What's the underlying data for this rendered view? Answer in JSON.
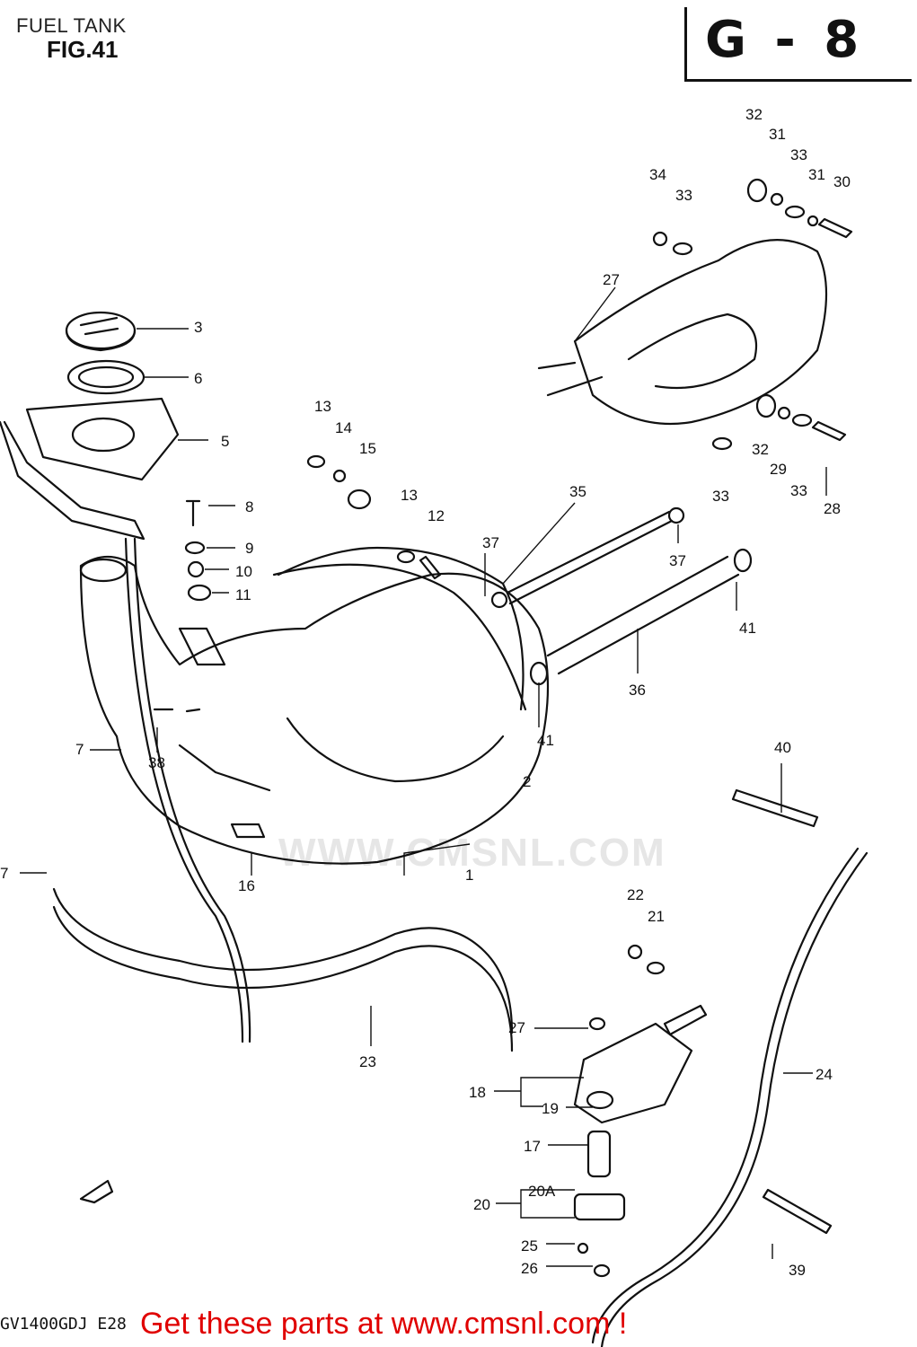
{
  "header": {
    "title": "FUEL TANK",
    "figure": "FIG.41",
    "section": "G - 8"
  },
  "footer": {
    "model": "GV1400GDJ  E28",
    "promo": "Get these parts at www.cmsnl.com !"
  },
  "watermark": "WWW.CMSNL.COM",
  "part_labels": {
    "p1": "1",
    "p2": "2",
    "p3": "3",
    "p5": "5",
    "p6": "6",
    "p7a": "7",
    "p7b": "7",
    "p8": "8",
    "p9": "9",
    "p10": "10",
    "p11": "11",
    "p12": "12",
    "p13a": "13",
    "p13b": "13",
    "p14": "14",
    "p15": "15",
    "p16": "16",
    "p17": "17",
    "p18": "18",
    "p19": "19",
    "p20": "20",
    "p20a": "20A",
    "p21": "21",
    "p22": "22",
    "p23": "23",
    "p24": "24",
    "p25": "25",
    "p26": "26",
    "p27a": "27",
    "p27b": "27",
    "p28": "28",
    "p29": "29",
    "p30": "30",
    "p31a": "31",
    "p31b": "31",
    "p32a": "32",
    "p32b": "32",
    "p33a": "33",
    "p33b": "33",
    "p33c": "33",
    "p33d": "33",
    "p34": "34",
    "p35": "35",
    "p36": "36",
    "p37a": "37",
    "p37b": "37",
    "p38": "38",
    "p39": "39",
    "p40": "40",
    "p41a": "41",
    "p41b": "41"
  }
}
